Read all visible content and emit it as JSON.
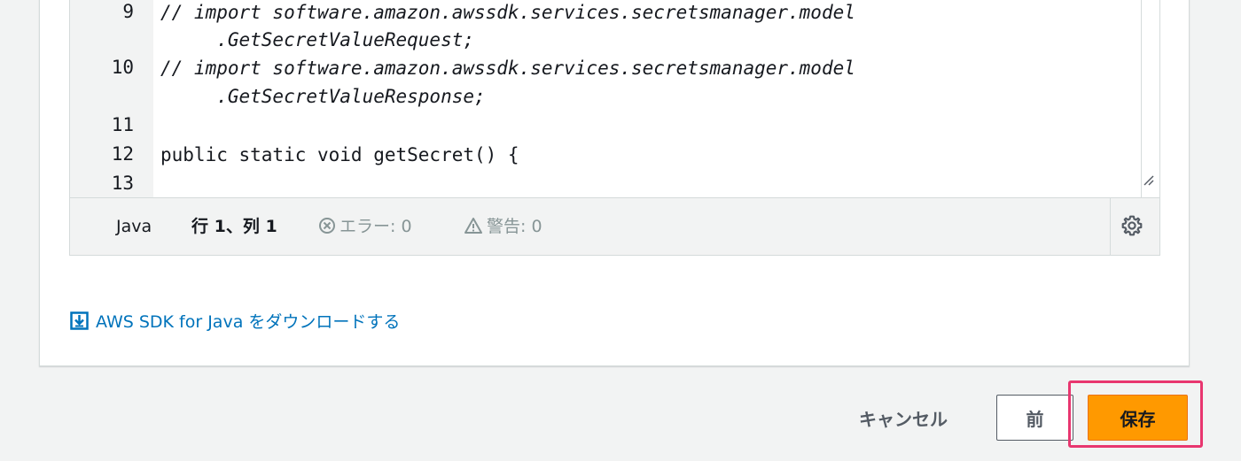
{
  "editor": {
    "lines": [
      {
        "num": "9",
        "text": "// import software.amazon.awssdk.services.secretsmanager.model",
        "comment": true
      },
      {
        "num": "",
        "text": "     .GetSecretValueRequest;",
        "comment": true
      },
      {
        "num": "10",
        "text": "// import software.amazon.awssdk.services.secretsmanager.model",
        "comment": true
      },
      {
        "num": "",
        "text": "     .GetSecretValueResponse;",
        "comment": true
      },
      {
        "num": "11",
        "text": "",
        "comment": false
      },
      {
        "num": "12",
        "text": "public static void getSecret() {",
        "comment": false
      },
      {
        "num": "13",
        "text": "",
        "comment": false
      }
    ]
  },
  "statusbar": {
    "language": "Java",
    "position": "行 1、列 1",
    "errors": "エラー: 0",
    "warnings": "警告: 0"
  },
  "download": {
    "label": "AWS SDK for Java をダウンロードする"
  },
  "actions": {
    "cancel_label": "キャンセル",
    "previous_label": "前",
    "save_label": "保存"
  },
  "colors": {
    "primary": "#ff9900",
    "link": "#0073bb",
    "highlight": "#e8366f"
  },
  "icons": {
    "download": "download-icon",
    "error": "error-circle-icon",
    "warning": "warning-triangle-icon",
    "settings": "gear-icon",
    "resize": "resize-handle-icon"
  }
}
